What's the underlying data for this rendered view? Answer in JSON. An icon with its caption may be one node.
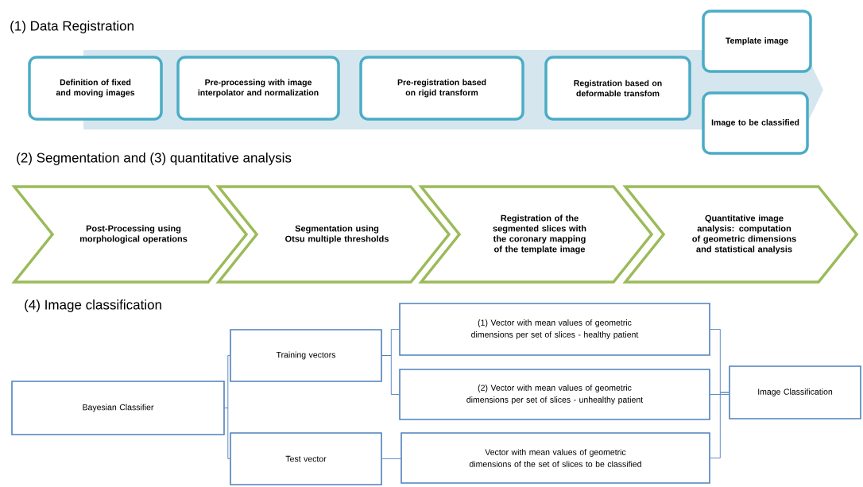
{
  "diagram": {
    "nodes": [
      {
        "text": [
          "Definition of fixed and moving images"
        ]
      },
      {
        "text": [
          "Pre-processing with image interpolator and normalization"
        ]
      },
      {
        "text": [
          "Pre-registration based on rigid transform"
        ]
      },
      {
        "text": [
          "Registration based on deformable transfom"
        ]
      },
      {
        "text": [
          "Template image"
        ]
      },
      {
        "text": [
          "Image to be classified"
        ]
      },
      {
        "text": [
          "Post-Processing using morphological operations"
        ]
      },
      {
        "text": [
          "Segmentation using Otsu multiple thresholds"
        ]
      },
      {
        "text": [
          "Registration of the segmented slices with the coronary mapping of the template image"
        ]
      },
      {
        "text": [
          "Quantitative image analysis: computation of geometric dimensions and statistical analysis"
        ]
      },
      {
        "text": [
          "Bayesian Classifier"
        ]
      },
      {
        "text": [
          "Training vectors"
        ]
      },
      {
        "text": [
          "Test vector"
        ]
      },
      {
        "text": [
          "(1) Vector with mean values of geometric dimensions per set of slices - healthy patient"
        ]
      },
      {
        "text": [
          "(2) Vector with mean values of geometric dimensions per set of slices - unhealthy patient"
        ]
      },
      {
        "text": [
          "Vector with mean values of geometric dimensions of the set of slices to be classified"
        ]
      },
      {
        "text": [
          "Image Classification"
        ]
      }
    ],
    "edges": [
      {
        "from": 10,
        "to": 11,
        "arrow": "none"
      },
      {
        "from": 10,
        "to": 12,
        "arrow": "none"
      },
      {
        "from": 11,
        "to": 13,
        "arrow": "none"
      },
      {
        "from": 11,
        "to": 14,
        "arrow": "none"
      },
      {
        "from": 12,
        "to": 15,
        "arrow": "none"
      },
      {
        "from": 13,
        "to": 16,
        "arrow": "none"
      },
      {
        "from": 14,
        "to": 16,
        "arrow": "none"
      },
      {
        "from": 15,
        "to": 16,
        "arrow": "none"
      }
    ],
    "labels": [
      "(1) Data Registration",
      "(2) Segmentation and (3) quantitative analysis",
      "(4) Image classification"
    ]
  }
}
